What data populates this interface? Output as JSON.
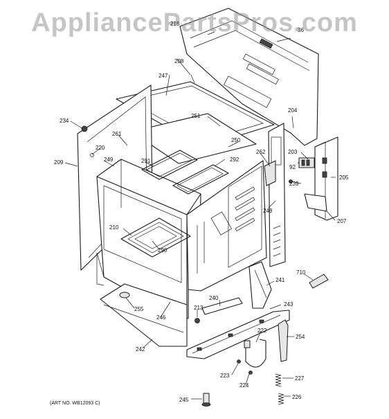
{
  "watermark": "AppliancePartsPros.com",
  "art_number": "(ART NO. WB12093 C)",
  "callouts": [
    {
      "id": "c218",
      "text": "218"
    },
    {
      "id": "c36",
      "text": "36"
    },
    {
      "id": "c208",
      "text": "208"
    },
    {
      "id": "c247",
      "text": "247"
    },
    {
      "id": "c204",
      "text": "204"
    },
    {
      "id": "c251",
      "text": "251"
    },
    {
      "id": "c234",
      "text": "234"
    },
    {
      "id": "c261",
      "text": "261"
    },
    {
      "id": "c220",
      "text": "220"
    },
    {
      "id": "c250",
      "text": "250"
    },
    {
      "id": "c262",
      "text": "262"
    },
    {
      "id": "c203",
      "text": "203"
    },
    {
      "id": "c209",
      "text": "209"
    },
    {
      "id": "c249",
      "text": "249"
    },
    {
      "id": "c291",
      "text": "291"
    },
    {
      "id": "c292",
      "text": "292"
    },
    {
      "id": "c92",
      "text": "92"
    },
    {
      "id": "c205",
      "text": "205"
    },
    {
      "id": "c239",
      "text": "239"
    },
    {
      "id": "c248",
      "text": "248"
    },
    {
      "id": "c207",
      "text": "207"
    },
    {
      "id": "c210",
      "text": "210"
    },
    {
      "id": "c290",
      "text": "290"
    },
    {
      "id": "c710",
      "text": "710"
    },
    {
      "id": "c241",
      "text": "241"
    },
    {
      "id": "c240",
      "text": "240"
    },
    {
      "id": "c243",
      "text": "243"
    },
    {
      "id": "c255",
      "text": "255"
    },
    {
      "id": "c213",
      "text": "213"
    },
    {
      "id": "c246",
      "text": "246"
    },
    {
      "id": "c254",
      "text": "254"
    },
    {
      "id": "c222",
      "text": "222"
    },
    {
      "id": "c242",
      "text": "242"
    },
    {
      "id": "c223",
      "text": "223"
    },
    {
      "id": "c224",
      "text": "224"
    },
    {
      "id": "c227",
      "text": "227"
    },
    {
      "id": "c245",
      "text": "245"
    },
    {
      "id": "c226",
      "text": "226"
    }
  ]
}
